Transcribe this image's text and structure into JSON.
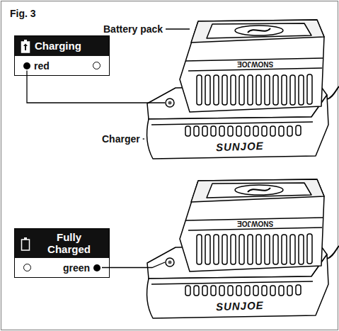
{
  "diagram": {
    "title": "Fig. 3",
    "nodes": [
      {
        "text": [
          "Charging",
          "red"
        ]
      },
      {
        "text": [
          "Fully Charged",
          "green"
        ]
      }
    ],
    "labels": [
      "Battery pack",
      "SNOWJOE",
      "Charger",
      "SUNJOE",
      "SNOWJOE",
      "SUNJOE"
    ]
  }
}
